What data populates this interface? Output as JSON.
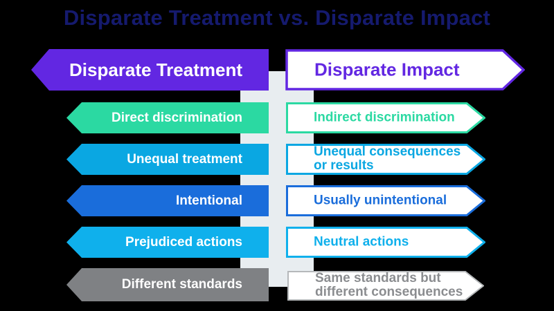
{
  "title": "Disparate Treatment vs. Disparate Impact",
  "colors": {
    "background": "#000000",
    "title_text": "#151a6e",
    "divider_bar": "#e8edf0",
    "purple": "#6227e2",
    "green": "#2bd9a2",
    "cyan": "#0aa7e2",
    "blue": "#1a6ddb",
    "sky": "#0fb0ec",
    "gray": "#7f8184",
    "gray_border": "#b5b8ba",
    "gray_text": "#8b8d90",
    "white_fill": "#ffffff"
  },
  "columns": {
    "left": {
      "header": {
        "label": "Disparate Treatment",
        "color": "#6227e2"
      },
      "rows": [
        {
          "label": "Direct discrimination",
          "color": "#2bd9a2"
        },
        {
          "label": "Unequal treatment",
          "color": "#0aa7e2"
        },
        {
          "label": "Intentional",
          "color": "#1a6ddb"
        },
        {
          "label": "Prejudiced actions",
          "color": "#0fb0ec"
        },
        {
          "label": "Different standards",
          "color": "#7f8184"
        }
      ]
    },
    "right": {
      "header": {
        "label": "Disparate Impact",
        "color": "#6227e2",
        "border_color": "#6227e2"
      },
      "rows": [
        {
          "label": "Indirect discrimination",
          "color": "#2bd9a2",
          "border_color": "#2bd9a2"
        },
        {
          "label": "Unequal consequences\nor results",
          "color": "#0aa7e2",
          "border_color": "#0aa7e2"
        },
        {
          "label": "Usually unintentional",
          "color": "#1a6ddb",
          "border_color": "#1a6ddb"
        },
        {
          "label": "Neutral actions",
          "color": "#0fb0ec",
          "border_color": "#0fb0ec"
        },
        {
          "label": "Same standards but\ndifferent consequences",
          "color": "#8b8d90",
          "border_color": "#b5b8ba"
        }
      ]
    }
  }
}
